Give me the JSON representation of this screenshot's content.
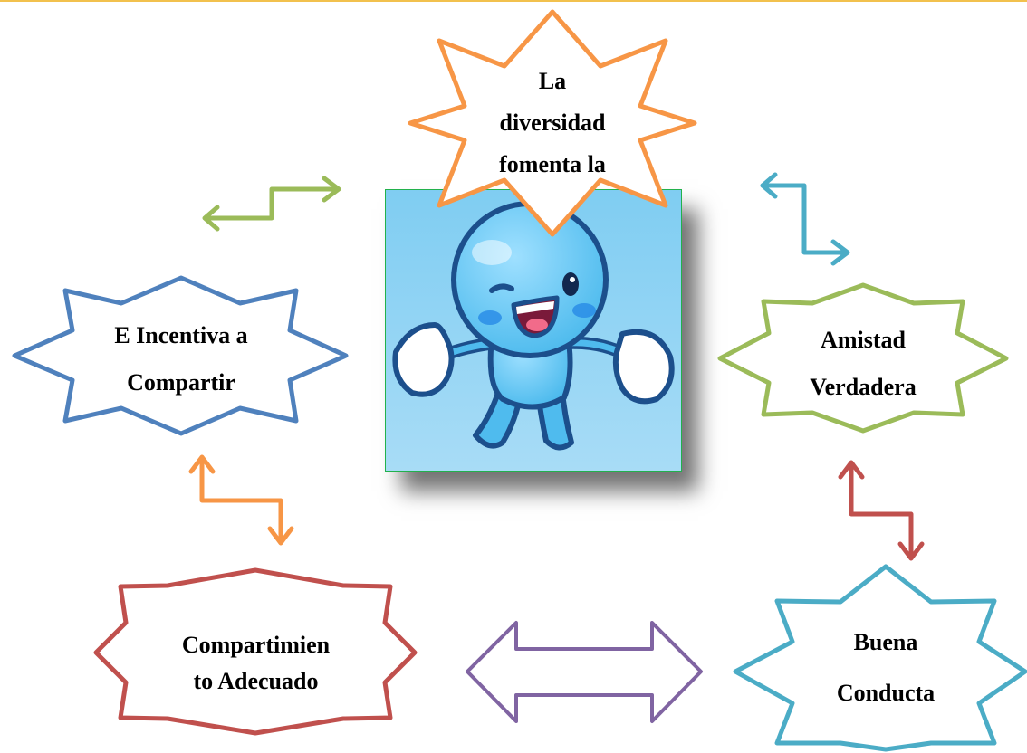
{
  "colors": {
    "top_line": "#f2c14e",
    "orange": "#f79646",
    "blue": "#4f81bd",
    "green": "#9bbb59",
    "red": "#c0504d",
    "teal": "#4bacc6",
    "purple": "#8064a2",
    "picture_border": "#22b14c",
    "mascot": "#5ec3ee"
  },
  "nodes": {
    "top": {
      "label": "La diversidad fomenta la",
      "lines": [
        "La",
        "diversidad",
        "fomenta la"
      ]
    },
    "left": {
      "label": "E Incentiva a Compartir",
      "lines": [
        "E Incentiva a",
        "Compartir"
      ]
    },
    "right": {
      "label": "Amistad Verdadera",
      "lines": [
        "Amistad",
        "Verdadera"
      ]
    },
    "bottom_left": {
      "label": "Compartimiento Adecuado",
      "lines": [
        "Compartimien",
        "to Adecuado"
      ]
    },
    "bottom_right": {
      "label": "Buena Conducta",
      "lines": [
        "Buena",
        "Conducta"
      ]
    }
  },
  "center_image": {
    "icon": "smiling-water-drop-mascot-icon"
  }
}
